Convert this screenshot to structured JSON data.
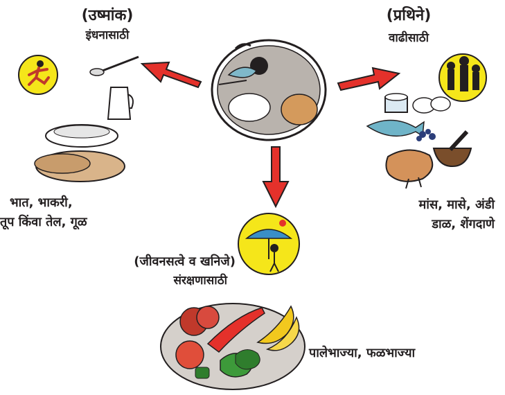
{
  "energy": {
    "heading": "(उष्मांक)",
    "purpose": "इंधनासाठी",
    "foods_line1": "भात, भाकरी,",
    "foods_line2": "तूप किंवा तेल, गूळ"
  },
  "growth": {
    "heading": "(प्रथिने)",
    "purpose": "वाढीसाठी",
    "foods_line1": "मांस, मासे, अंडी",
    "foods_line2": "डाळ, शेंगदाणे"
  },
  "protection": {
    "heading": "(जीवनसत्वे व खनिजे)",
    "purpose": "संरक्षणासाठी",
    "foods": "पालेभाज्या, फळभाज्या"
  },
  "colors": {
    "arrow": "#e4312b",
    "arrow_outline": "#231f20",
    "circle_fill": "#f5e61a",
    "plate": "#b9b3ad"
  }
}
